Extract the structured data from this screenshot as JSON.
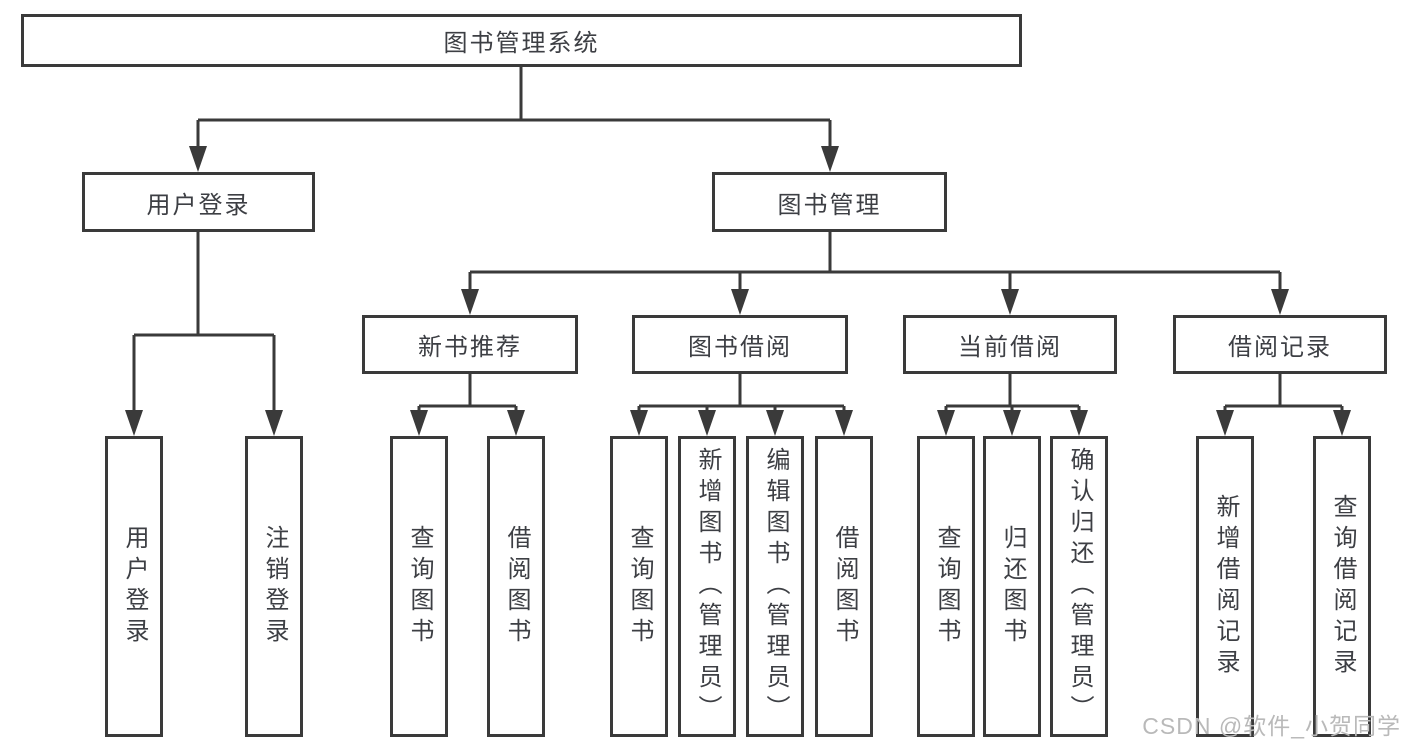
{
  "diagram": {
    "root": "图书管理系统",
    "level2": {
      "user_login": "用户登录",
      "book_management": "图书管理"
    },
    "level3": {
      "new_book_recommend": "新书推荐",
      "book_borrowing": "图书借阅",
      "current_borrowing": "当前借阅",
      "borrowing_records": "借阅记录"
    },
    "leaves": {
      "user_login": [
        "用户登录",
        "注销登录"
      ],
      "new_book_recommend": [
        "查询图书",
        "借阅图书"
      ],
      "book_borrowing": [
        "查询图书",
        "新增图书（管理员）",
        "编辑图书（管理员）",
        "借阅图书"
      ],
      "current_borrowing": [
        "查询图书",
        "归还图书",
        "确认归还（管理员）"
      ],
      "borrowing_records": [
        "新增借阅记录",
        "查询借阅记录"
      ]
    }
  },
  "watermark": {
    "text": "CSDN @软件_小贺同学",
    "color": "#b9b9b9"
  },
  "colors": {
    "line": "#3a3a3a",
    "text": "#3d3f44",
    "background": "#ffffff"
  }
}
